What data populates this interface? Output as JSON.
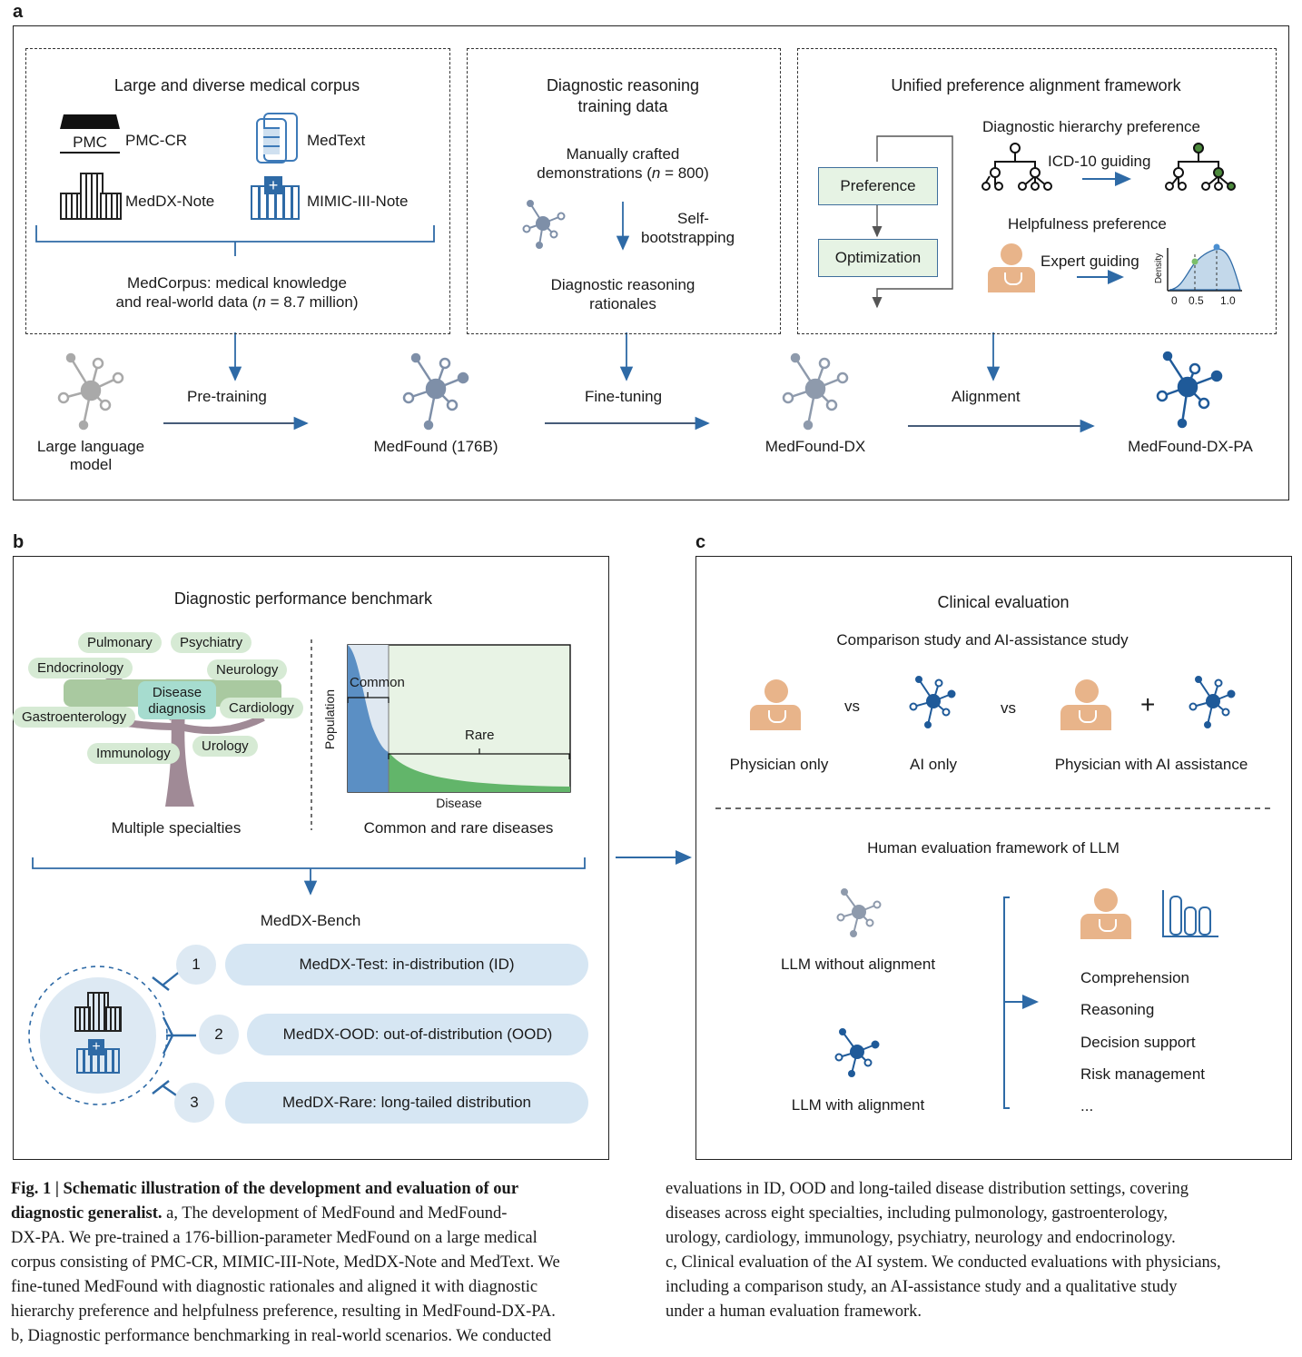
{
  "panels": {
    "a": "a",
    "b": "b",
    "c": "c"
  },
  "a": {
    "corpus": {
      "title": "Large and diverse medical corpus",
      "pmc_logo": "PMC",
      "pmc_cr": "PMC-CR",
      "medtext": "MedText",
      "medx_note": "MedDX-Note",
      "mimic": "MIMIC-III-Note",
      "summary_1": "MedCorpus: medical knowledge",
      "summary_2": "and real-world data (",
      "summary_n": "n",
      "summary_3": " = 8.7 million)"
    },
    "reasoning": {
      "title_1": "Diagnostic reasoning",
      "title_2": "training data",
      "manual_1": "Manually crafted",
      "manual_2": "demonstrations (",
      "manual_n": "n",
      "manual_3": " = 800)",
      "self_1": "Self-",
      "self_2": "bootstrapping",
      "rationale_1": "Diagnostic reasoning",
      "rationale_2": "rationales"
    },
    "alignment": {
      "title": "Unified preference alignment framework",
      "hier_title": "Diagnostic hierarchy preference",
      "icd": "ICD-10 guiding",
      "help_title": "Helpfulness preference",
      "expert": "Expert guiding",
      "preference": "Preference",
      "optimization": "Optimization",
      "density": "Density",
      "ticks": [
        "0",
        "0.5",
        "1.0"
      ]
    },
    "pipeline": {
      "llm_1": "Large language",
      "llm_2": "model",
      "pretrain": "Pre-training",
      "medfound": "MedFound (176B)",
      "finetune": "Fine-tuning",
      "medfound_dx": "MedFound-DX",
      "align": "Alignment",
      "medfound_dx_pa": "MedFound-DX-PA"
    }
  },
  "b": {
    "title": "Diagnostic performance benchmark",
    "specialties": [
      "Pulmonary",
      "Psychiatry",
      "Endocrinology",
      "Neurology",
      "Cardiology",
      "Gastroenterology",
      "Immunology",
      "Urology"
    ],
    "center_1": "Disease",
    "center_2": "diagnosis",
    "tree_caption": "Multiple specialties",
    "chart_caption": "Common and rare diseases",
    "common": "Common",
    "rare": "Rare",
    "population": "Population",
    "disease": "Disease",
    "bench": "MedDX-Bench",
    "items": [
      {
        "n": "1",
        "label": "MedDX-Test: in-distribution (ID)"
      },
      {
        "n": "2",
        "label": "MedDX-OOD: out-of-distribution (OOD)"
      },
      {
        "n": "3",
        "label": "MedDX-Rare: long-tailed distribution"
      }
    ]
  },
  "c": {
    "title": "Clinical evaluation",
    "subtitle": "Comparison study and AI-assistance study",
    "vs": "vs",
    "plus": "+",
    "physician": "Physician only",
    "ai": "AI only",
    "assist": "Physician with AI assistance",
    "human_title": "Human evaluation framework of LLM",
    "without": "LLM without alignment",
    "with": "LLM with alignment",
    "criteria": [
      "Comprehension",
      "Reasoning",
      "Decision support",
      "Risk management",
      "..."
    ]
  },
  "caption": {
    "fig": "Fig. 1 | Schematic illustration of the development and evaluation of our",
    "fig2": "diagnostic generalist.",
    "left_lines": [
      " a, The development of MedFound and MedFound-",
      "DX-PA. We pre-trained a 176-billion-parameter MedFound on a large medical",
      "corpus consisting of PMC-CR, MIMIC-III-Note, MedDX-Note and MedText. We",
      "fine-tuned MedFound with diagnostic rationales and aligned it with diagnostic",
      "hierarchy preference and helpfulness preference, resulting in MedFound-DX-PA.",
      "b, Diagnostic performance benchmarking in real-world scenarios. We conducted"
    ],
    "right_lines": [
      "evaluations in ID, OOD and long-tailed disease distribution settings, covering",
      "diseases across eight specialties, including pulmonology, gastroenterology,",
      "urology, cardiology, immunology, psychiatry, neurology and endocrinology.",
      "c, Clinical evaluation of the AI system. We conducted evaluations with physicians,",
      "including a comparison study, an AI-assistance study and a qualitative study",
      "under a human evaluation framework."
    ]
  },
  "colors": {
    "blue": "#2e6aa6",
    "dark_blue": "#1f5a99",
    "grey": "#9aa0a6",
    "green_box": "#e6f3e4",
    "pill": "#d6e6f3",
    "orange": "#e8b48a"
  }
}
